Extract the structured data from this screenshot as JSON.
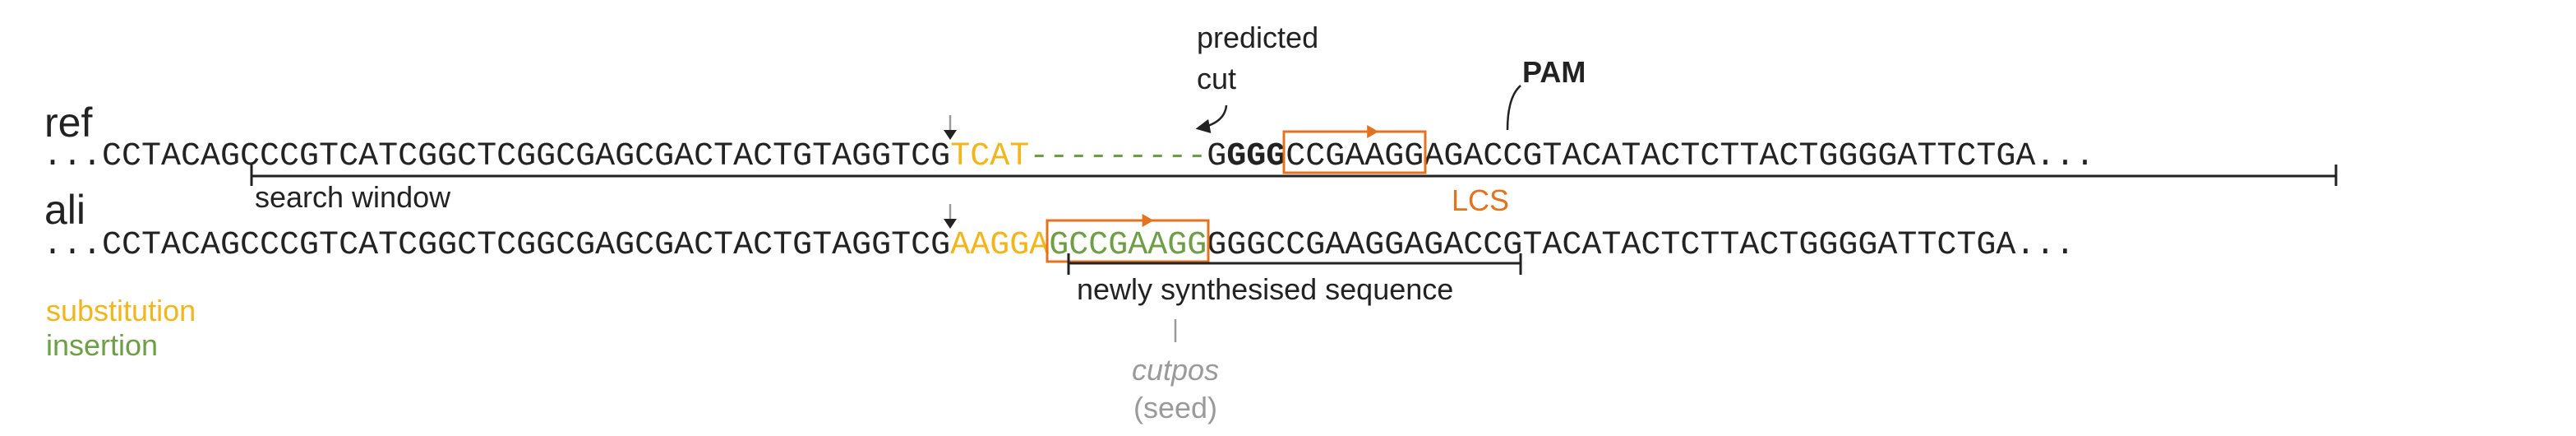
{
  "colors": {
    "ink": "#222222",
    "substitution": "#f2b51b",
    "insertion": "#6e9e45",
    "lcs": "#e4731f",
    "muted": "#9a9a9a"
  },
  "labels": {
    "ref": "ref",
    "ali": "ali",
    "predicted_line1": "predicted",
    "predicted_line2": "cut",
    "pam": "PAM",
    "search_window": "search window",
    "lcs": "LCS",
    "newly_synthesised": "newly synthesised sequence",
    "cutpos": "cutpos",
    "seed": "(seed)",
    "legend_substitution": "substitution",
    "legend_insertion": "insertion"
  },
  "ref_row": {
    "prefix": "...",
    "suffix": "...",
    "segments": [
      {
        "text": "CCTACAGCCCGTCATCGGCTCGGCGAGCGACTACTGTAGGTCG",
        "style": "plain"
      },
      {
        "text": "TCAT",
        "style": "substitution"
      },
      {
        "text": "---------",
        "style": "insertion"
      },
      {
        "text": "G",
        "style": "plain"
      },
      {
        "text": "GGG",
        "style": "bold"
      },
      {
        "text": "CCGAAGG",
        "style": "plain",
        "box": "lcs"
      },
      {
        "text": "AGACCGTACATACTCTTACTGGGGATTCTGA",
        "style": "plain"
      }
    ]
  },
  "ali_row": {
    "prefix": "...",
    "suffix": "...",
    "segments": [
      {
        "text": "CCTACAGCCCGTCATCGGCTCGGCGAGCGACTACTGTAGGTCG",
        "style": "plain"
      },
      {
        "text": "AAGGA",
        "style": "substitution"
      },
      {
        "text": "GCCGAAGG",
        "style": "insertion",
        "box": "lcs"
      },
      {
        "text": "GGGCCGAAGGAGACCGTACATACTCTTACTGGGGATTCTGA",
        "style": "plain"
      }
    ]
  }
}
